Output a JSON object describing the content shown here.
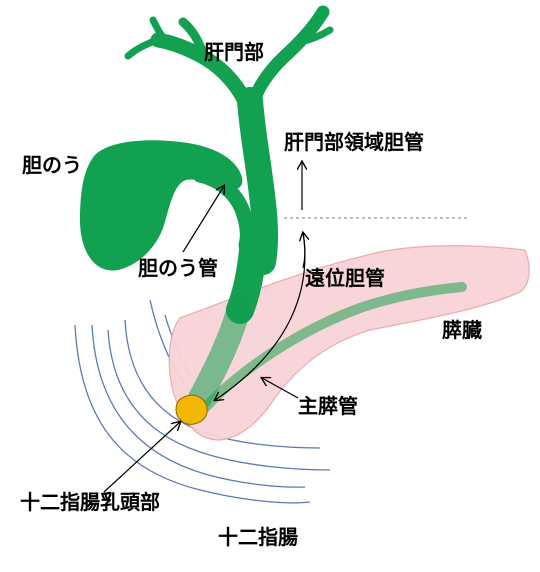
{
  "labels": {
    "hilum": "肝門部",
    "hilar_bile_duct": "肝門部領域胆管",
    "gallbladder": "胆のう",
    "cystic_duct": "胆のう管",
    "distal_bile_duct": "遠位胆管",
    "pancreas": "膵臓",
    "main_pancreatic_duct": "主膵管",
    "papilla": "十二指腸乳頭部",
    "duodenum": "十二指腸"
  },
  "colors": {
    "biliary": "#12a150",
    "pancreas_fill": "#f8d3d6",
    "pancreas_stroke": "#e9a7ae",
    "pancreatic_duct": "#7fb88c",
    "papilla": "#f2b705",
    "duodenum_line": "#5b7bb0",
    "divider": "#808080",
    "text": "#000000"
  }
}
